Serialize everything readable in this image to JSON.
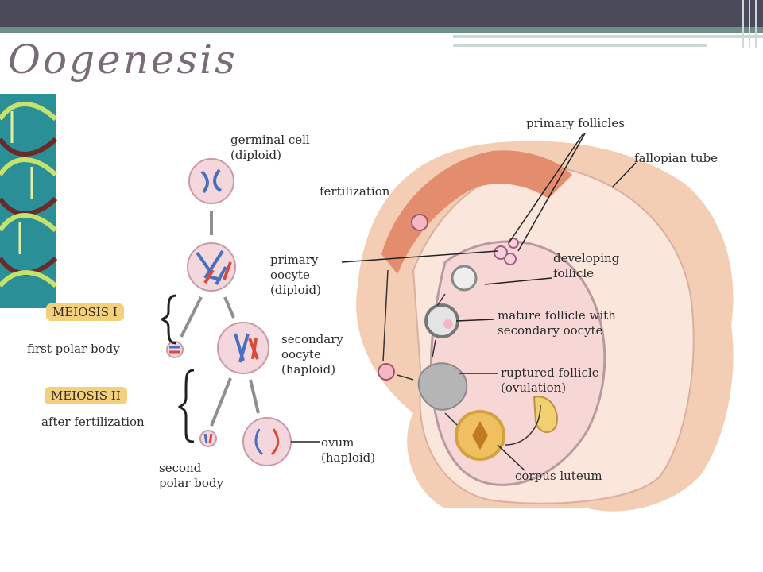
{
  "title": "Oogenesis",
  "meiosis_i": "MEIOSIS I",
  "meiosis_ii": "MEIOSIS II",
  "labels": {
    "germinal_cell": "germinal cell\n(diploid)",
    "primary_oocyte": "primary\noocyte\n(diploid)",
    "secondary_oocyte": "secondary\noocyte\n(haploid)",
    "ovum": "ovum\n(haploid)",
    "first_polar_body": "first polar body",
    "after_fertilization": "after fertilization",
    "second_polar_body": "second\npolar body",
    "fertilization": "fertilization",
    "primary_follicles": "primary follicles",
    "fallopian_tube": "fallopian tube",
    "developing_follicle": "developing\nfollicle",
    "mature_follicle": "mature follicle with\nsecondary oocyte",
    "ruptured_follicle": "ruptured follicle\n(ovulation)",
    "corpus_luteum": "corpus luteum"
  },
  "colors": {
    "cell_fill": "#f3d7dd",
    "chromosome_blue": "#4a6fc0",
    "chromosome_red": "#d84a3a",
    "ovary": "#f6d6c8",
    "tube": "#e8a080"
  }
}
